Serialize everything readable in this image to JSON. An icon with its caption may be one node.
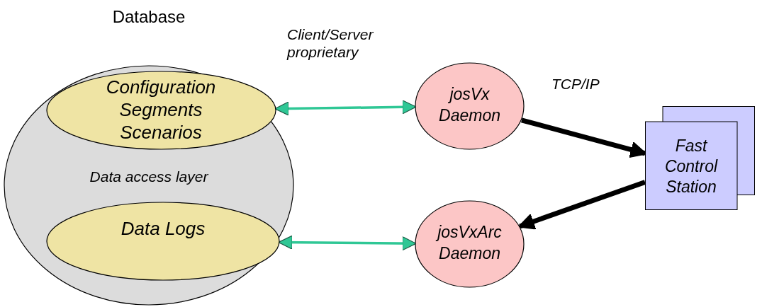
{
  "diagram": {
    "nodes": [
      {
        "text": [
          "Database",
          "Data access layer"
        ]
      },
      {
        "text": [
          "Configuration Segments Scenarios"
        ],
        "in": 0
      },
      {
        "text": [
          "Data Logs"
        ],
        "in": 0
      },
      {
        "text": [
          "josVx Daemon"
        ]
      },
      {
        "text": [
          "josVxArc Daemon"
        ]
      },
      {
        "text": [
          "Fast Control Station"
        ]
      }
    ],
    "edges": [
      {
        "from": 1,
        "to": 3,
        "arrow": "both"
      },
      {
        "from": 2,
        "to": 4,
        "arrow": "both"
      },
      {
        "from": 3,
        "to": 5,
        "arrow": "to",
        "style": "thick",
        "color": "#000000"
      },
      {
        "from": 5,
        "to": 4,
        "arrow": "to",
        "style": "thick",
        "color": "#000000"
      }
    ],
    "labels": [
      "Client/Server proprietary",
      "TCP/IP"
    ]
  }
}
